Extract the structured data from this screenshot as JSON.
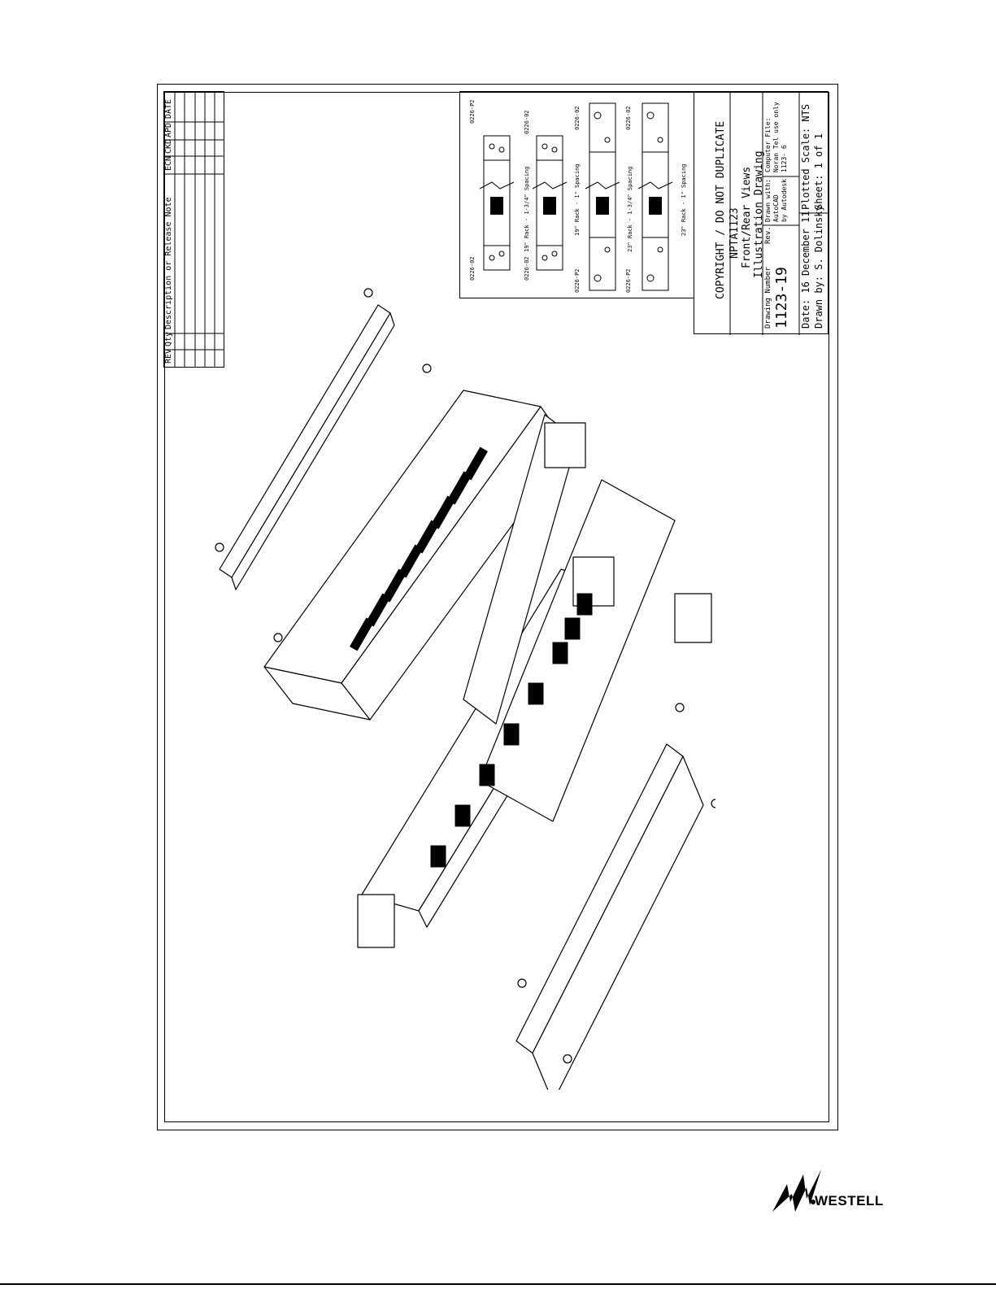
{
  "revision_table": {
    "headers": [
      "REV",
      "Qty",
      "Description or Release Note",
      "ECN",
      "CKD",
      "APD",
      "DATE"
    ]
  },
  "inset": {
    "part_labels": [
      "0226-02",
      "0226-P2",
      "0226-02",
      "0226-02",
      "0226-P2",
      "0226-02",
      "0226-P2",
      "0226-02"
    ],
    "rack_captions": [
      "19\" Rack - 1-3/4\" Spacing",
      "19\" Rack - 1\" Spacing",
      "23\" Rack - 1-3/4\" Spacing",
      "23\" Rack - 1\" Spacing"
    ]
  },
  "title_block": {
    "copyright": "COPYRIGHT / DO NOT DUPLICATE",
    "part_number": "NPTA1123",
    "view": "Front/Rear Views",
    "drawing_type": "Illustration Drawing",
    "drawing_number_label": "Drawing Number",
    "drawing_number": "1123-19",
    "rev_label": "Rev.",
    "drawn_with_label": "Drawn with:",
    "drawn_with_line1": "AutoCAD",
    "drawn_with_line2": "by Autodesk",
    "computer_file_label": "Computer File:",
    "computer_file_line1": "Noran Tel use only",
    "computer_file_line2": "1123- 6",
    "date": "Date: 16 December 11",
    "plotted_scale": "Plotted Scale:  NTS",
    "drawn_by": "Drawn by: S. Dolinsky",
    "sheet": "Sheet: 1 of 1"
  },
  "logo": {
    "brand": "WESTELL"
  }
}
